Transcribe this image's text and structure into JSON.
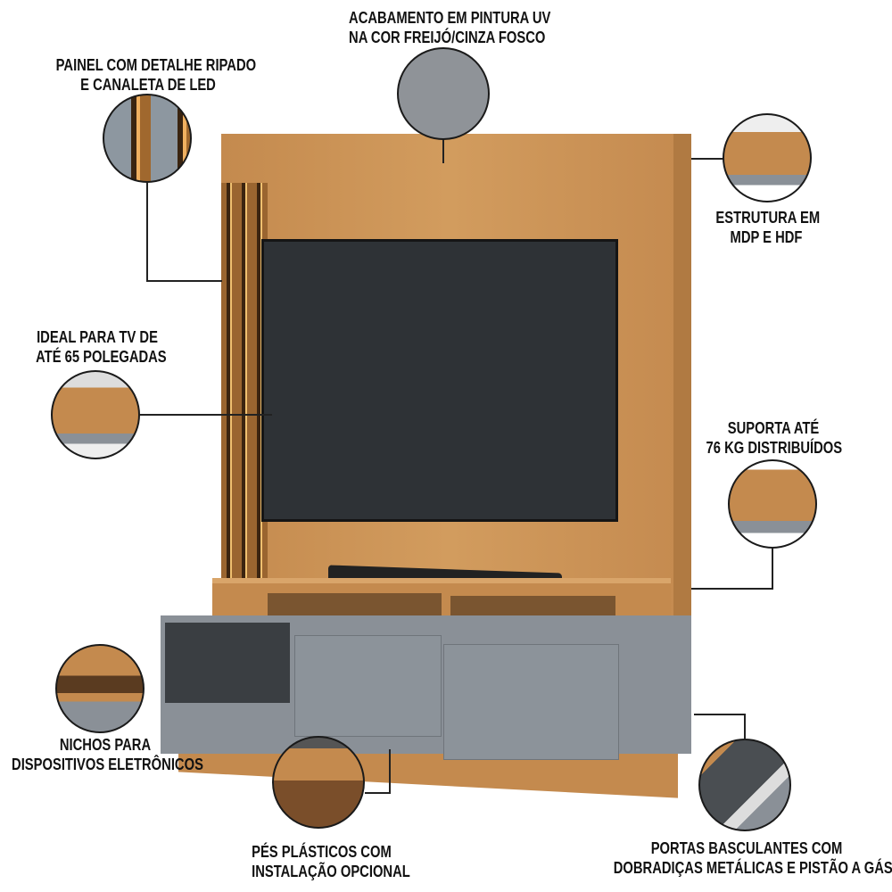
{
  "callouts": {
    "finish": {
      "lines": [
        "ACABAMENTO EM PINTURA UV",
        "NA COR FREIJÓ/CINZA FOSCO"
      ]
    },
    "panel": {
      "lines": [
        "PAINEL COM DETALHE RIPADO",
        "E CANALETA DE LED"
      ]
    },
    "structure": {
      "lines": [
        "ESTRUTURA EM",
        "MDP E HDF"
      ]
    },
    "tv": {
      "lines": [
        "IDEAL PARA TV DE",
        "ATÉ 65 POLEGADAS"
      ]
    },
    "support": {
      "lines": [
        "SUPORTA ATÉ",
        "76 KG DISTRIBUÍDOS"
      ]
    },
    "niches": {
      "lines": [
        "NICHOS PARA",
        "DISPOSITIVOS ELETRÔNICOS"
      ]
    },
    "feet": {
      "lines": [
        "PÉS PLÁSTICOS COM",
        "INSTALAÇÃO OPCIONAL"
      ]
    },
    "doors": {
      "lines": [
        "PORTAS BASCULANTES COM",
        "DOBRADIÇAS METÁLICAS E PISTÃO A GÁS"
      ]
    }
  },
  "colors": {
    "wood": "#c48a4e",
    "gray": "#8a9097",
    "tv": "#2e3236"
  }
}
